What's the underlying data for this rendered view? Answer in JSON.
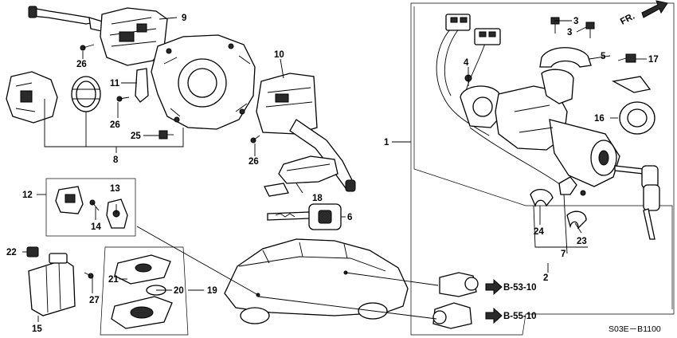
{
  "callouts": {
    "c1": "1",
    "c2": "2",
    "c3a": "3",
    "c3b": "3",
    "c4": "4",
    "c5": "5",
    "c6": "6",
    "c7": "7",
    "c8": "8",
    "c9": "9",
    "c10": "10",
    "c11": "11",
    "c12": "12",
    "c13": "13",
    "c14": "14",
    "c15": "15",
    "c16": "16",
    "c17": "17",
    "c18": "18",
    "c19": "19",
    "c20": "20",
    "c21": "21",
    "c22": "22",
    "c23": "23",
    "c24": "24",
    "c25": "25",
    "c26a": "26",
    "c26b": "26",
    "c26c": "26",
    "c27": "27"
  },
  "refs": {
    "r1": "B-53-10",
    "r2": "B-55-10"
  },
  "front_label": "FR.",
  "diagram_code": "S03E－B1100"
}
